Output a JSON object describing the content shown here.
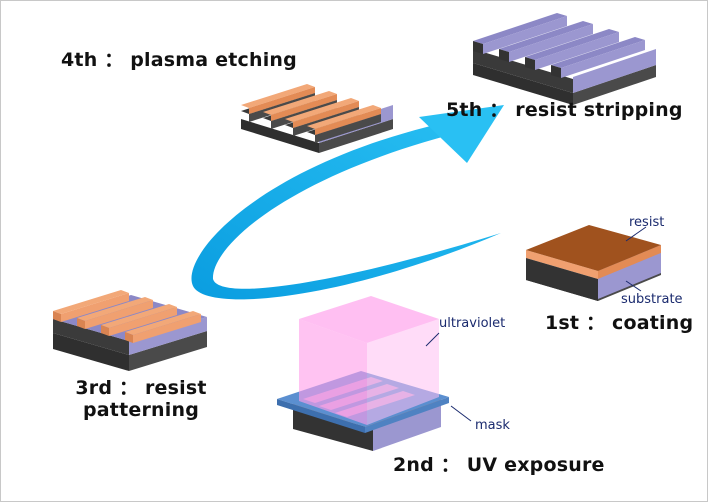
{
  "steps": {
    "coating": "1st ： coating",
    "uv_exposure": "2nd ： UV exposure",
    "patterning_line1": "3rd ： resist",
    "patterning_line2": "patterning",
    "plasma_etching": "4th ： plasma etching",
    "resist_stripping": "5th ： resist stripping"
  },
  "callouts": {
    "resist": "resist",
    "substrate": "substrate",
    "ultraviolet": "ultraviolet",
    "mask": "mask"
  },
  "colors": {
    "substrate": "#9b97d0",
    "resist_exposed": "#a0521e",
    "resist_side": "#f0a070",
    "base": "#3c3c3c",
    "arrow": "#1ab0ec",
    "uv_light": "#ff9eea",
    "mask": "#5b8fd0"
  }
}
